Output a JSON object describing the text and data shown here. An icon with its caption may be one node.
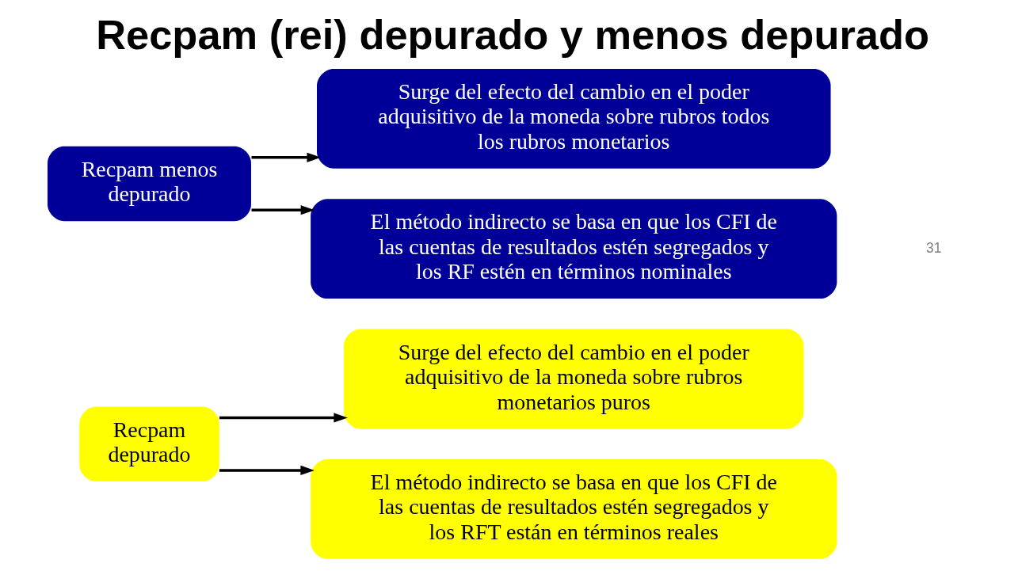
{
  "diagram": {
    "title": "Recpam (rei) depurado y menos depurado",
    "nodes": [
      {
        "text": [
          "Recpam depurado"
        ]
      },
      {
        "text": [
          "Surge del efecto del cambio en el poder adquisitivo de la moneda sobre rubros monetarios puros"
        ]
      },
      {
        "text": [
          "El método indirecto se basa en que los CFI de las cuentas de resultados estén segregados y los RFT están en términos reales"
        ]
      },
      {
        "text": [
          "Recpam menos depurado"
        ]
      },
      {
        "text": [
          "Surge del efecto del cambio en el poder adquisitivo de la moneda sobre rubros todos los rubros monetarios"
        ]
      },
      {
        "text": [
          "El método indirecto se basa en que los CFI de las cuentas de resultados estén segregados y los RF estén en términos nominales"
        ]
      }
    ],
    "edges": [
      {
        "from": 0,
        "to": 1,
        "arrow": "to"
      },
      {
        "from": 0,
        "to": 2,
        "arrow": "to"
      },
      {
        "from": 3,
        "to": 4,
        "arrow": "to"
      },
      {
        "from": 3,
        "to": 5,
        "arrow": "to"
      }
    ],
    "labels": [
      "31"
    ]
  }
}
